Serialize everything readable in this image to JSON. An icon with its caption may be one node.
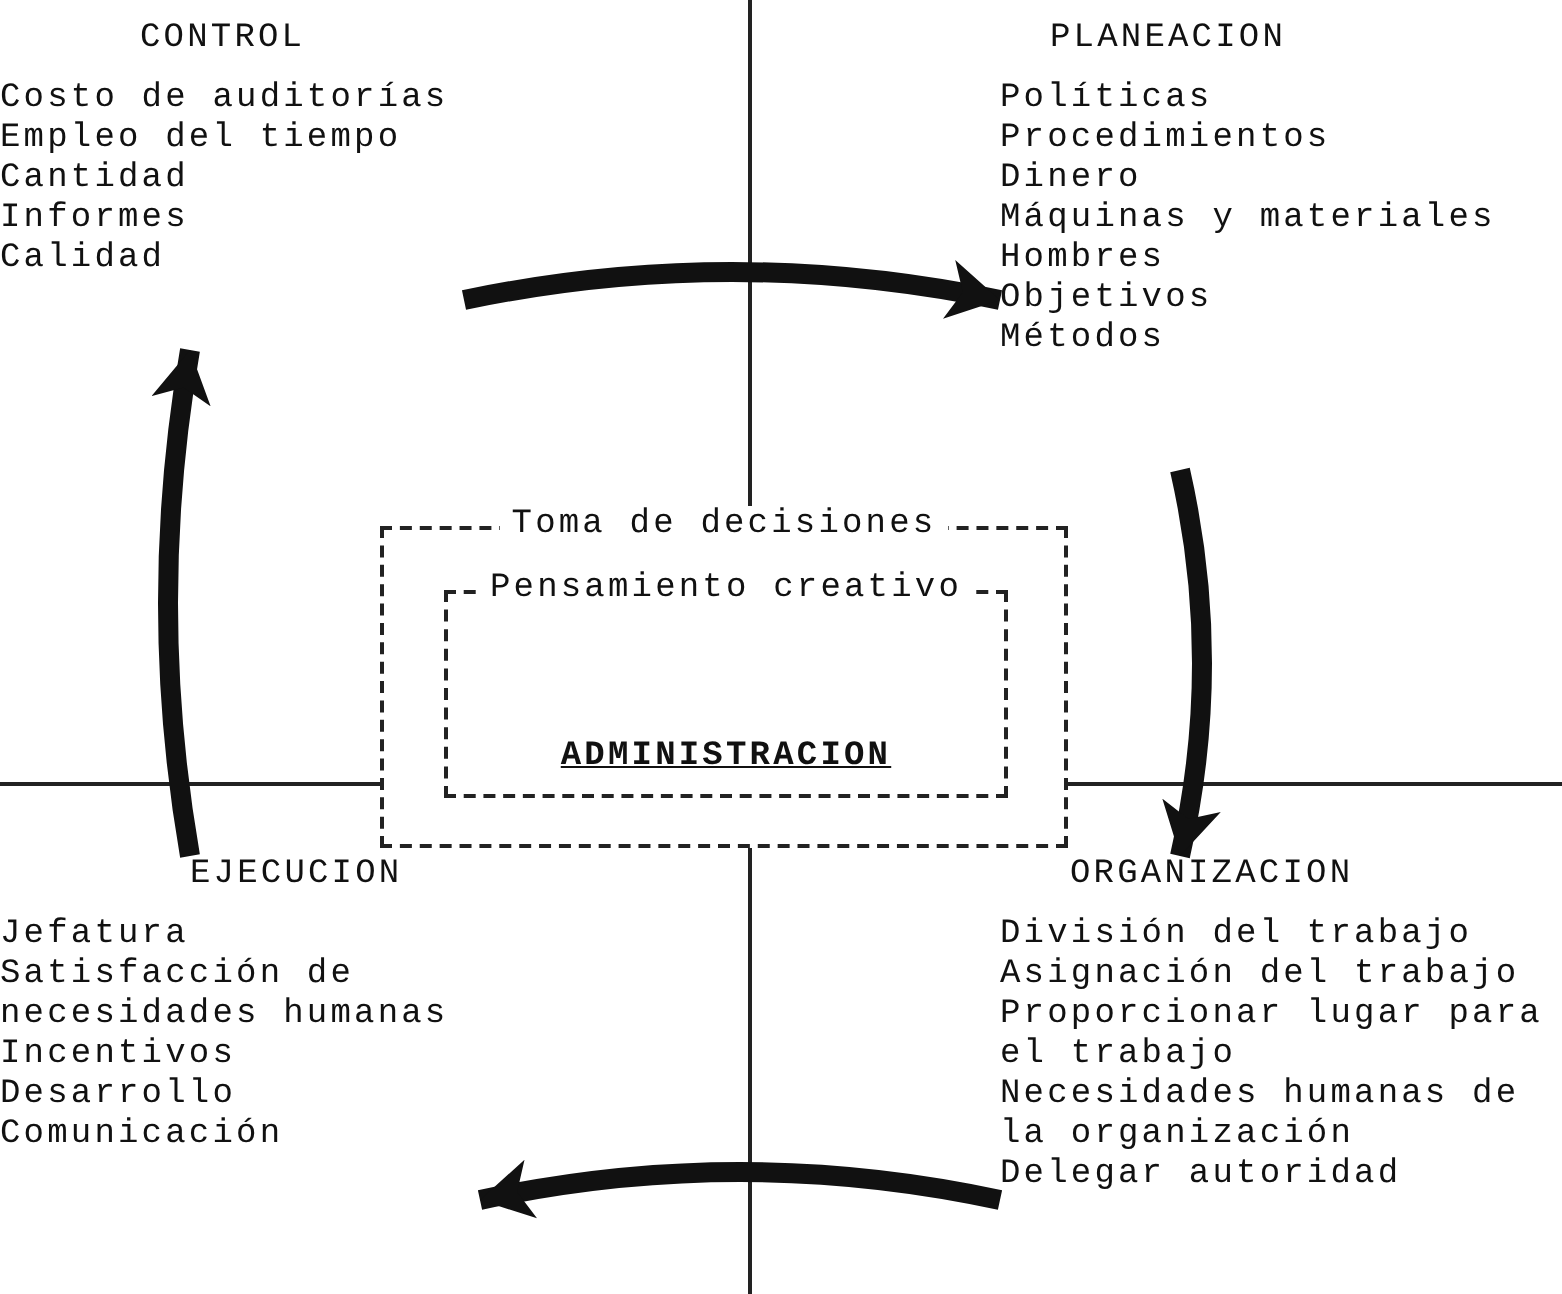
{
  "diagram": {
    "nodes": [
      {
        "text": [
          "CONTROL",
          "Costo de auditorías",
          "Empleo del tiempo",
          "Cantidad",
          "Informes",
          "Calidad"
        ]
      },
      {
        "text": [
          "PLANEACION",
          "Políticas",
          "Procedimientos",
          "Dinero",
          "Máquinas y materiales",
          "Hombres",
          "Objetivos",
          "Métodos"
        ]
      },
      {
        "text": [
          "Toma de decisiones"
        ]
      },
      {
        "text": [
          "Pensamiento creativo"
        ],
        "in": 2
      },
      {
        "text": [
          "ADMINISTRACION"
        ],
        "in": 3
      },
      {
        "text": [
          "EJECUCION",
          "Jefatura",
          "Satisfacción de necesidades humanas",
          "Incentivos",
          "Desarrollo",
          "Comunicación"
        ]
      },
      {
        "text": [
          "ORGANIZACION",
          "División del trabajo",
          "Asignación del trabajo",
          "Proporcionar lugar para el trabajo",
          "Necesidades humanas de la organización",
          "Delegar autoridad"
        ]
      }
    ],
    "edges": [
      {
        "from": 0,
        "to": 1,
        "arrow": "to"
      },
      {
        "from": 1,
        "to": 6,
        "arrow": "to"
      },
      {
        "from": 6,
        "to": 5,
        "arrow": "to"
      },
      {
        "from": 5,
        "to": 0,
        "arrow": "to"
      }
    ]
  }
}
